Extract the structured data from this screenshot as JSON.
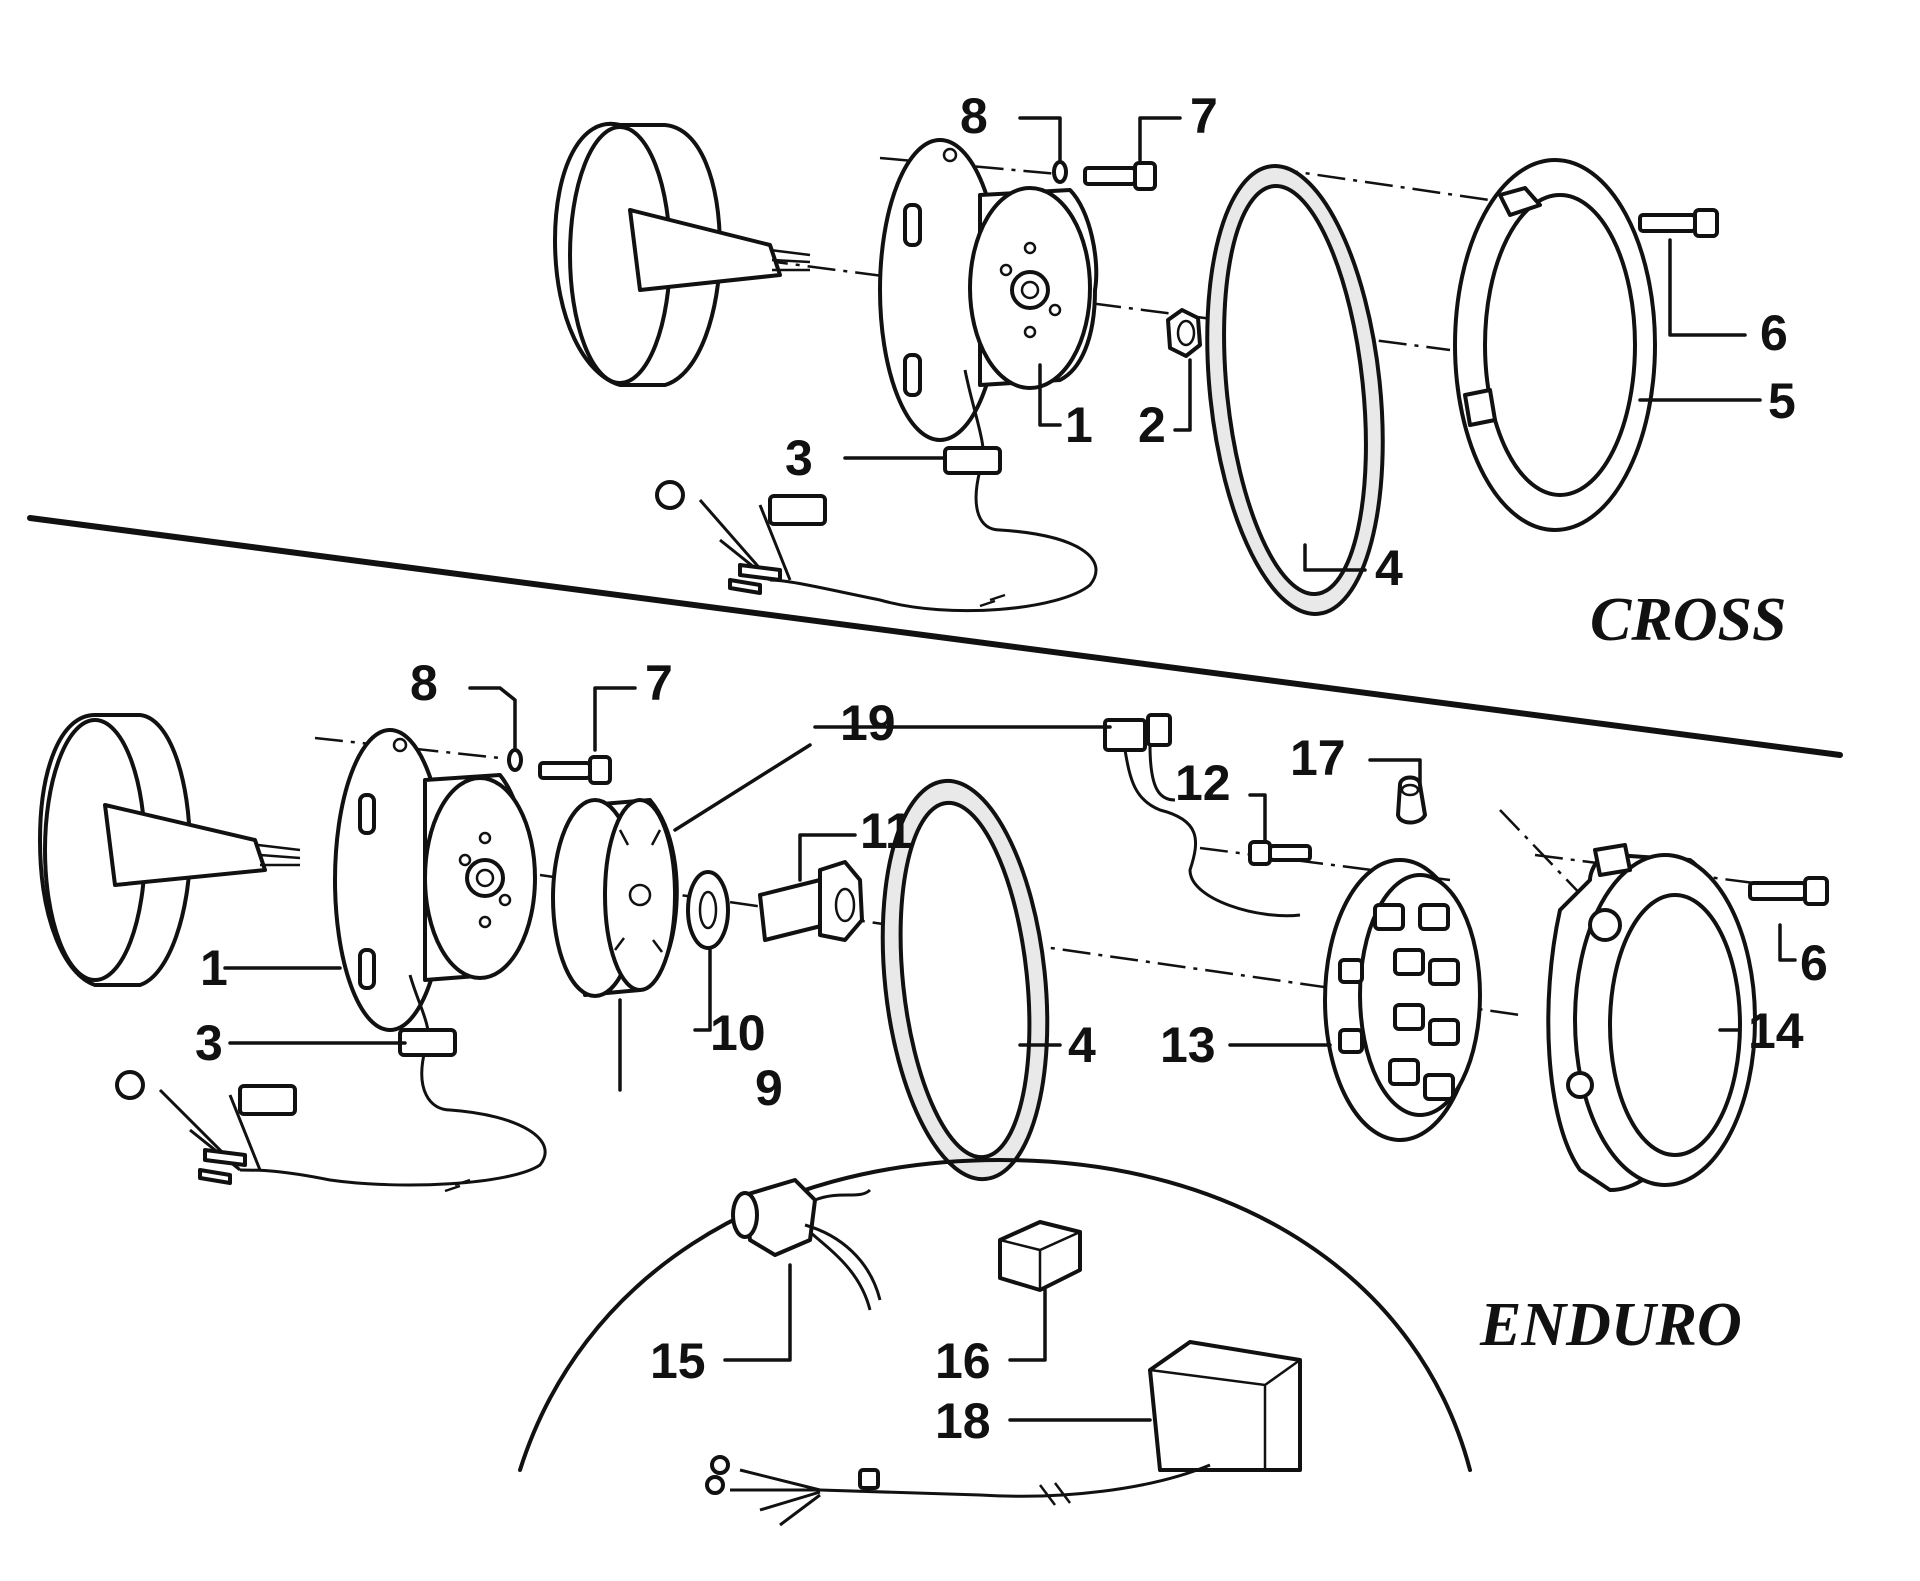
{
  "sections": {
    "cross": {
      "title": "CROSS"
    },
    "enduro": {
      "title": "ENDURO"
    }
  },
  "labels": {
    "cross": [
      "1",
      "2",
      "3",
      "4",
      "5",
      "6",
      "7",
      "8"
    ],
    "enduro": [
      "1",
      "3",
      "4",
      "6",
      "7",
      "8",
      "9",
      "10",
      "11",
      "12",
      "13",
      "14",
      "15",
      "16",
      "17",
      "18",
      "19"
    ]
  }
}
